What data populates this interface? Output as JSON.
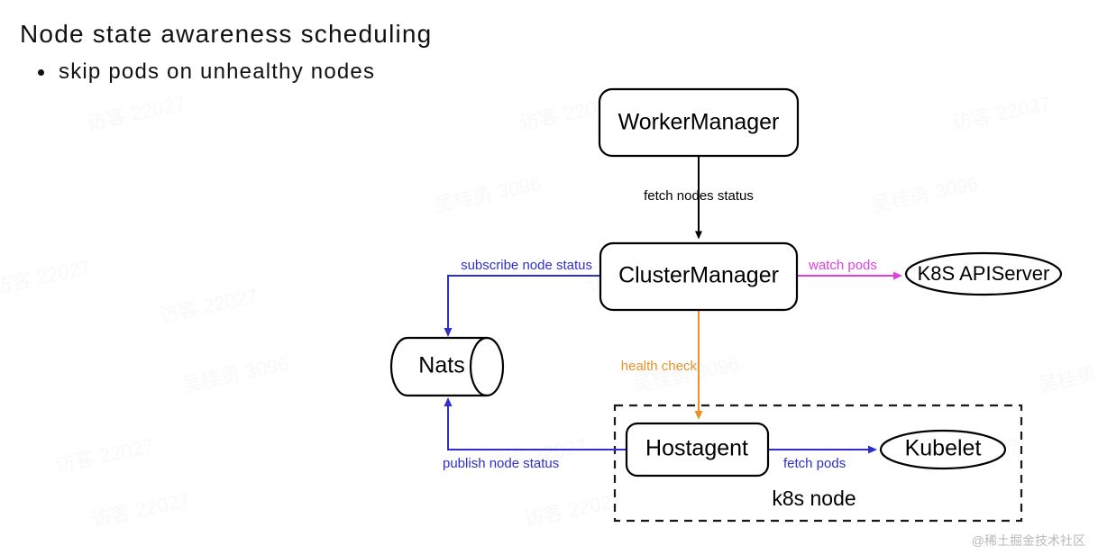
{
  "slide": {
    "title": "Node state awareness scheduling",
    "bullet": "skip pods on unhealthy nodes",
    "footer_watermark": "@稀土掘金技术社区",
    "background_watermarks": [
      "访客 22027",
      "吴桂勇 3096"
    ]
  },
  "diagram": {
    "nodes": {
      "worker_manager": "WorkerManager",
      "cluster_manager": "ClusterManager",
      "nats": "Nats",
      "k8s_apiserver": "K8S APIServer",
      "hostagent": "Hostagent",
      "kubelet": "Kubelet",
      "k8s_node_group": "k8s node"
    },
    "edges": {
      "fetch_nodes_status": "fetch nodes status",
      "subscribe_node_status": "subscribe node status",
      "watch_pods": "watch pods",
      "health_check": "health check",
      "publish_node_status": "publish node status",
      "fetch_pods": "fetch pods"
    },
    "colors": {
      "black": "#000000",
      "blue": "#2f2fd0",
      "magenta": "#e040e0",
      "orange": "#e8922a",
      "dashed_group": "#1a1a1a"
    }
  }
}
